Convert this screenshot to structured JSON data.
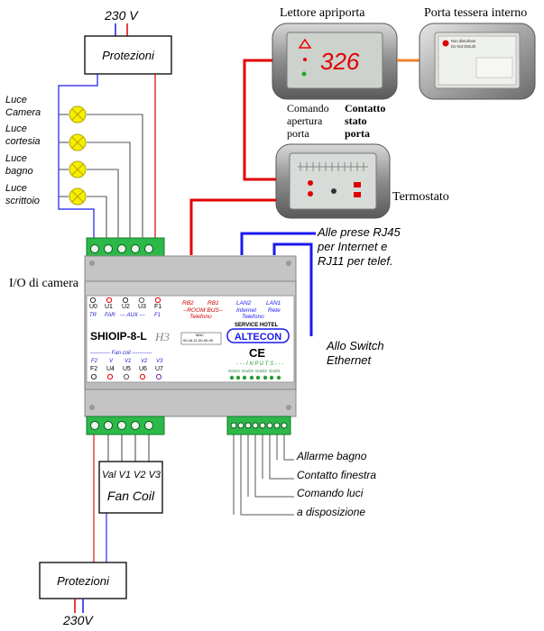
{
  "power": {
    "top_voltage": "230 V",
    "bottom_voltage": "230V",
    "protection_label": "Protezioni"
  },
  "lamps": [
    {
      "line1": "Luce",
      "line2": "Camera"
    },
    {
      "line1": "Luce",
      "line2": "cortesia"
    },
    {
      "line1": "Luce",
      "line2": "bagno"
    },
    {
      "line1": "Luce",
      "line2": "scrittoio"
    }
  ],
  "devices": {
    "reader_title": "Lettore apriporta",
    "reader_display": "326",
    "card_holder_title": "Porta tessera interno",
    "card_holder_text1": "Non disturbare",
    "card_holder_text2": "Do Not Disturb",
    "thermostat_label": "Termostato",
    "reader_note_left": [
      "Comando",
      "apertura",
      "porta"
    ],
    "reader_note_right": [
      "Contatto",
      "stato",
      "porta"
    ]
  },
  "io_label": "I/O di camera",
  "module": {
    "model": "SHIOIP-8-L",
    "model_suffix": "H3",
    "brand": "ALTECON",
    "service": "SERVICE HOTEL",
    "ce": "CE",
    "mac_label": "MAC",
    "mac_value": "00-16-11-00-00-00",
    "top_terms": [
      "U0",
      "U1",
      "U2",
      "U3",
      "F1"
    ],
    "top_desc": [
      "TR",
      "FAR",
      "--- AUX ---",
      "F1"
    ],
    "room_bus": [
      "RB2",
      "RB1",
      "--ROOM BUS--",
      "Telefono"
    ],
    "lan": [
      "LAN2",
      "LAN1",
      "Internet",
      "Rete",
      "Telefono"
    ],
    "fancoil_title": "----------- Fan coil -----------",
    "fc_top": [
      "F2",
      "V",
      "V1",
      "V2",
      "V3"
    ],
    "fc_bot": [
      "F2",
      "U4",
      "U5",
      "U6",
      "U7"
    ],
    "inputs_title": "- - - I N P U T S - - -",
    "inputs": [
      "Gnd",
      "I4",
      "Gnd",
      "I3",
      "Gnd",
      "I2",
      "Gnd",
      "I1"
    ]
  },
  "network": {
    "rj45_note": [
      "Alle prese RJ45",
      "per Internet e",
      "RJ11 per telef."
    ],
    "switch_note": [
      "Allo Switch",
      "Ethernet"
    ]
  },
  "fancoil": {
    "terminals": "Val V1 V2 V3",
    "name": "Fan Coil"
  },
  "inputs_wiring": [
    "Allarme bagno",
    "Contatto finestra",
    "Comando luci",
    "a disposizione"
  ],
  "colors": {
    "red": "#dd0000",
    "blue": "#1a1aee",
    "orange": "#f08030",
    "green_terminal": "#2db84a",
    "lamp": "#f3f000"
  }
}
